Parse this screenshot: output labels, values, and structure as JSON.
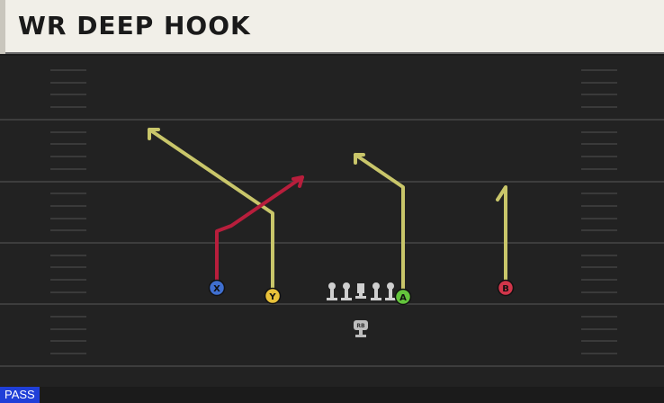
{
  "play": {
    "title": "WR DEEP HOOK",
    "mode": "PASS"
  },
  "colors": {
    "field": "#222222",
    "yard_line": "#3d3d3d",
    "route_primary": "#c9c66a",
    "route_secondary": "#b81e3c",
    "lineman": "#cfcfcf"
  },
  "players": [
    {
      "label": "X",
      "role": "wide-receiver-x",
      "color": "#3f6fd0"
    },
    {
      "label": "Y",
      "role": "tight-end-y",
      "color": "#e8c13a"
    },
    {
      "label": "A",
      "role": "slot-receiver-a",
      "color": "#63c43c"
    },
    {
      "label": "B",
      "role": "wide-receiver-b",
      "color": "#d1354a"
    },
    {
      "label": "RB",
      "role": "running-back",
      "color": "#bdbdbd"
    }
  ],
  "routes": [
    {
      "player": "X",
      "type": "post",
      "color_key": "route_secondary"
    },
    {
      "player": "Y",
      "type": "corner",
      "color_key": "route_primary"
    },
    {
      "player": "A",
      "type": "corner",
      "color_key": "route_primary"
    },
    {
      "player": "B",
      "type": "hook",
      "color_key": "route_primary"
    }
  ]
}
